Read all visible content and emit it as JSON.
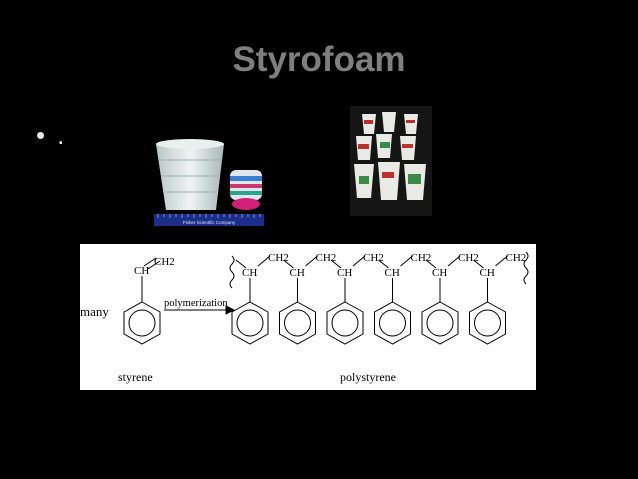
{
  "slide": {
    "title": "Styrofoam",
    "bullet_text": ".",
    "bullet_glyph": "•"
  },
  "photo_left": {
    "ruler_text": "Fisher Scientific Company"
  },
  "diagram": {
    "many_label": "many",
    "arrow_label": "polymerization",
    "monomer_name": "styrene",
    "polymer_name": "polystyrene",
    "ch2_label": "CH2",
    "ch_label": "CH"
  },
  "colors": {
    "background": "#000000",
    "title": "#7f7f7f",
    "bullet": "#e6e6e6"
  }
}
